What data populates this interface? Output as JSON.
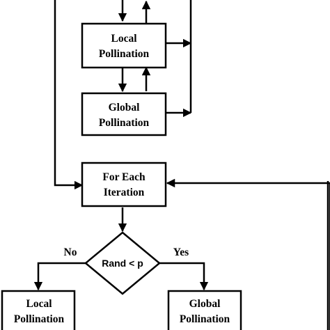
{
  "nodes": {
    "local_top": {
      "line1": "Local",
      "line2": "Pollination"
    },
    "global_top": {
      "line1": "Global",
      "line2": "Pollination"
    },
    "each_iteration": {
      "line1": "For Each",
      "line2": "Iteration"
    },
    "decision": {
      "label": "Rand < p"
    },
    "local_bottom": {
      "line1": "Local",
      "line2": "Pollination"
    },
    "global_bottom": {
      "line1": "Global",
      "line2": "Pollination"
    }
  },
  "edges": {
    "no_label": "No",
    "yes_label": "Yes"
  },
  "colors": {
    "stroke": "#000000",
    "background": "#ffffff"
  }
}
